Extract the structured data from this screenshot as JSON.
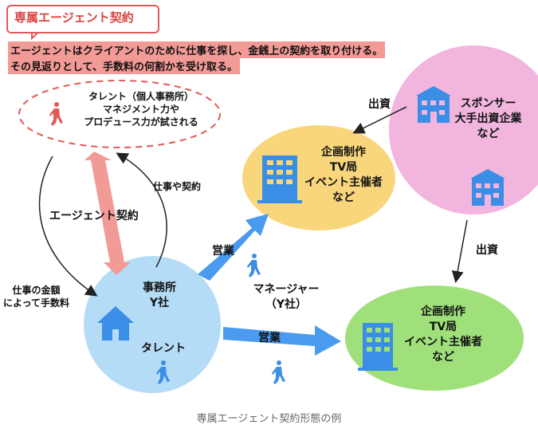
{
  "title": "専属エージェント契約",
  "description_line1": "エージェントはクライアントのために仕事を探し、金銭上の契約を取り付ける。",
  "description_line2": "その見返りとして、手数料の何割かを受け取る。",
  "talent_bubble": [
    "タレント（個人事務所）",
    "マネジメント力や",
    "プロデュース力が試される"
  ],
  "office": [
    "事務所",
    "Y社"
  ],
  "office_talent": "タレント",
  "sponsor": [
    "スポンサー",
    "大手出資企業",
    "など"
  ],
  "production_top": [
    "企画制作",
    "TV局",
    "イベント主催者",
    "など"
  ],
  "production_bottom": [
    "企画制作",
    "TV局",
    "イベント主催者",
    "など"
  ],
  "arrow_labels": {
    "agent_contract": "エージェント契約",
    "work_contract": "仕事や契約",
    "fee": [
      "仕事の金額",
      "によって手数料"
    ],
    "sales_top": "営業",
    "sales_bottom": "営業",
    "investment_top": "出資",
    "investment_right": "出資"
  },
  "manager": [
    "マネージャー",
    "（Y社）"
  ],
  "caption": "専属エージェント契約形態の例",
  "colors": {
    "accent_red": "#e05a57",
    "highlight": "#f29a96",
    "sponsor_pink": "#f2b5de",
    "production_yellow": "#f9d67c",
    "production_green": "#9fe07a",
    "office_blue": "#b5dcf7",
    "icon_blue": "#3a8ee6"
  }
}
